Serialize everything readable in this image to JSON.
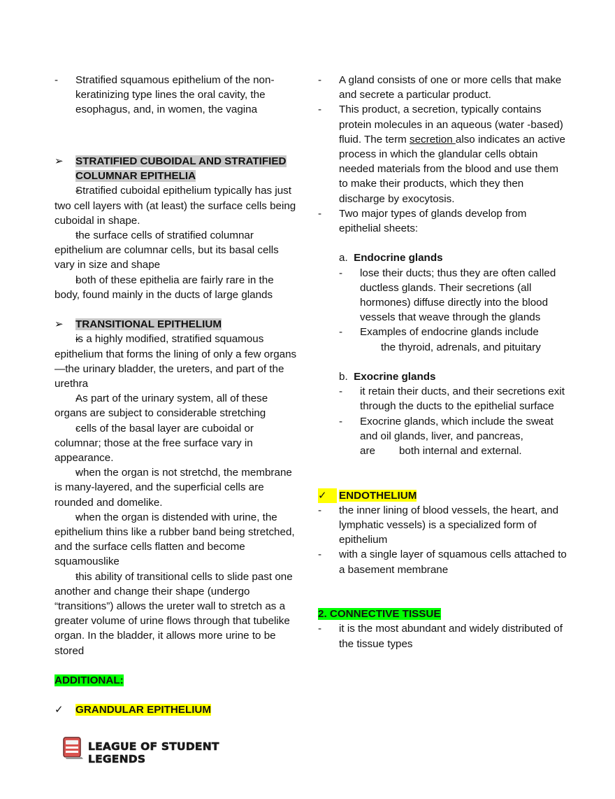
{
  "left": {
    "p1": "Stratified squamous epithelium of the non-keratinizing type lines the oral cavity, the esophagus, and, in women, the vagina",
    "h1_line1": "STRATIFIED CUBOIDAL AND STRATIFIED",
    "h1_line2": "COLUMNAR EPITHELIA",
    "s1": "Stratified cuboidal epithelium typically has just two cell layers with (at least) the surface cells being cuboidal in shape.",
    "s2": "the surface cells of stratified columnar epithelium are columnar cells, but its basal cells vary in size and shape",
    "s3": "both of these epithelia are fairly rare in the body, found mainly in the ducts of large glands",
    "h2": "TRANSITIONAL EPITHELIUM",
    "t1": "is a highly modified, stratified squamous epithelium that forms the lining of only a few organs—the urinary bladder, the ureters, and part of the urethra",
    "t2": "As part of the urinary system, all of these organs are subject to considerable stretching",
    "t3": "cells of the basal layer are cuboidal or columnar; those at the free surface vary in appearance.",
    "t4": "when the organ is not stretchd, the membrane is many-layered, and the superficial cells are rounded and domelike.",
    "t5": "when the organ is distended with urine, the epithelium thins like a rubber band being stretched, and the surface cells flatten and become squamouslike",
    "t6": "this ability of transitional cells to slide past one another and change their shape (undergo “transitions”) allows the ureter wall to stretch as a greater volume of urine flows through that tubelike organ. In the bladder, it allows more urine to be stored",
    "additional": "ADDITIONAL:",
    "h3": "GRANDULAR EPITHELIUM"
  },
  "right": {
    "g1": "A gland consists of one or more cells that make and secrete a particular product.",
    "g2a": "This product, a secretion, typically contains protein molecules in an aqueous (water -based) fluid. The term ",
    "g2u": "secretion ",
    "g2b": "also indicates an active process in which the glandular cells obtain needed materials from the blood and use them to make their products, which they then discharge by exocytosis.",
    "g3": "Two major types of glands develop from epithelial sheets:",
    "a_label": "a.",
    "a_title": "Endocrine glands",
    "a1": "lose their ducts; thus they are often called ductless glands. Their secretions (all  hormones) diffuse directly into the blood vessels that weave through the glands",
    "a2_line1": "Examples of endocrine glands include",
    "a2_line2": "the thyroid, adrenals, and pituitary",
    "b_label": "b.",
    "b_title": "Exocrine glands",
    "b1": "it retain their ducts, and their secretions exit through the ducts to the epithelial surface",
    "b2_line1": "Exocrine glands, which include the sweat and oil glands, liver, and pancreas,",
    "b2_are": "are",
    "b2_rest": "both internal and external.",
    "h_endo": "ENDOTHELIUM",
    "e1": "the inner lining of blood vessels, the heart, and lymphatic vessels) is a specialized form of epithelium",
    "e2": "with a single layer of squamous cells attached to a basement membrane",
    "h_conn": "2.  CONNECTIVE TISSUE",
    "c1": "it is the most abundant and widely distributed of the tissue types"
  },
  "marks": {
    "dash": "-",
    "arrow": "➢",
    "check": "✓"
  },
  "logo": {
    "text": "LEAGUE OF STUDENT LEGENDS"
  },
  "colors": {
    "gray_highlight": "#c8c8c8",
    "yellow_highlight": "#ffff00",
    "green_highlight": "#00ff00",
    "logo_red": "#d9534f"
  }
}
